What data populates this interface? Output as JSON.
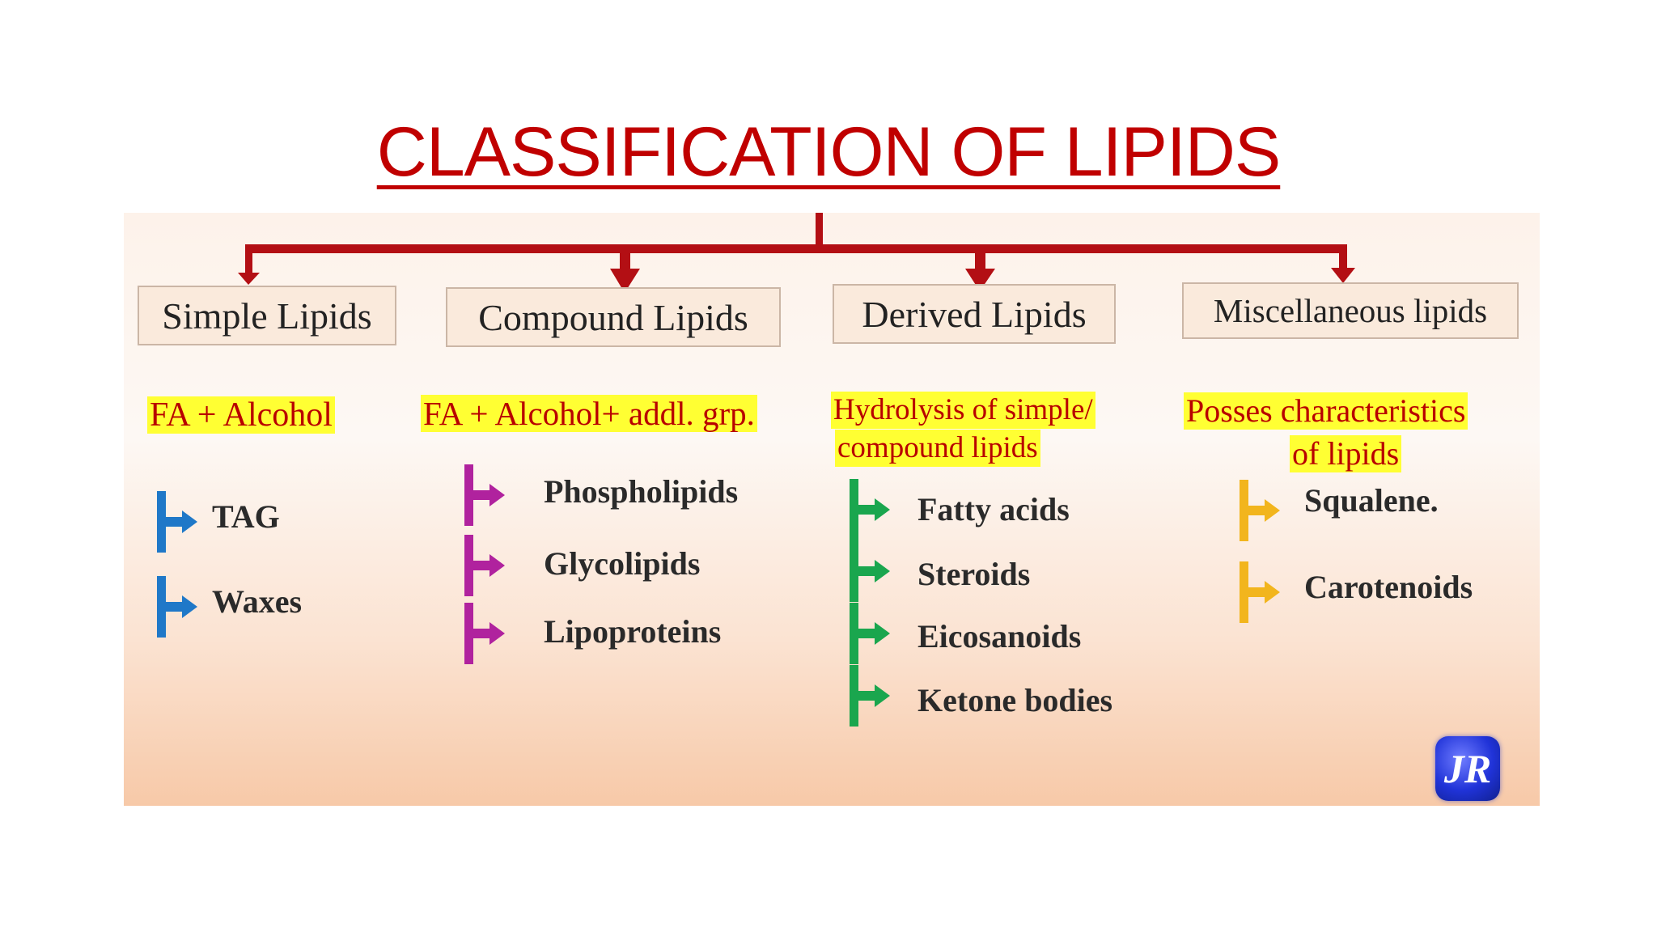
{
  "title": "CLASSIFICATION OF LIPIDS",
  "categories": [
    {
      "label": "Simple Lipids",
      "description": [
        "FA + Alcohol"
      ],
      "bullet_color": "#1f78c8",
      "items": [
        "TAG",
        "Waxes"
      ]
    },
    {
      "label": "Compound Lipids",
      "description": [
        "FA + Alcohol+ addl. grp."
      ],
      "bullet_color": "#b0229e",
      "items": [
        "Phospholipids",
        "Glycolipids",
        "Lipoproteins"
      ]
    },
    {
      "label": "Derived Lipids",
      "description": [
        "Hydrolysis of simple/",
        "compound lipids"
      ],
      "bullet_color": "#1aa64e",
      "items": [
        "Fatty acids",
        "Steroids",
        "Eicosanoids",
        "Ketone bodies"
      ]
    },
    {
      "label": "Miscellaneous lipids",
      "description": [
        "Posses characteristics",
        "of lipids"
      ],
      "bullet_color": "#f2b51d",
      "items": [
        "Squalene.",
        "Carotenoids"
      ]
    }
  ],
  "colors": {
    "title": "#c00000",
    "connector": "#b30f14",
    "highlight": "#ffff33",
    "highlight_text": "#b80000"
  },
  "logo": {
    "text": "JR",
    "icon": "jr-logo-icon"
  }
}
